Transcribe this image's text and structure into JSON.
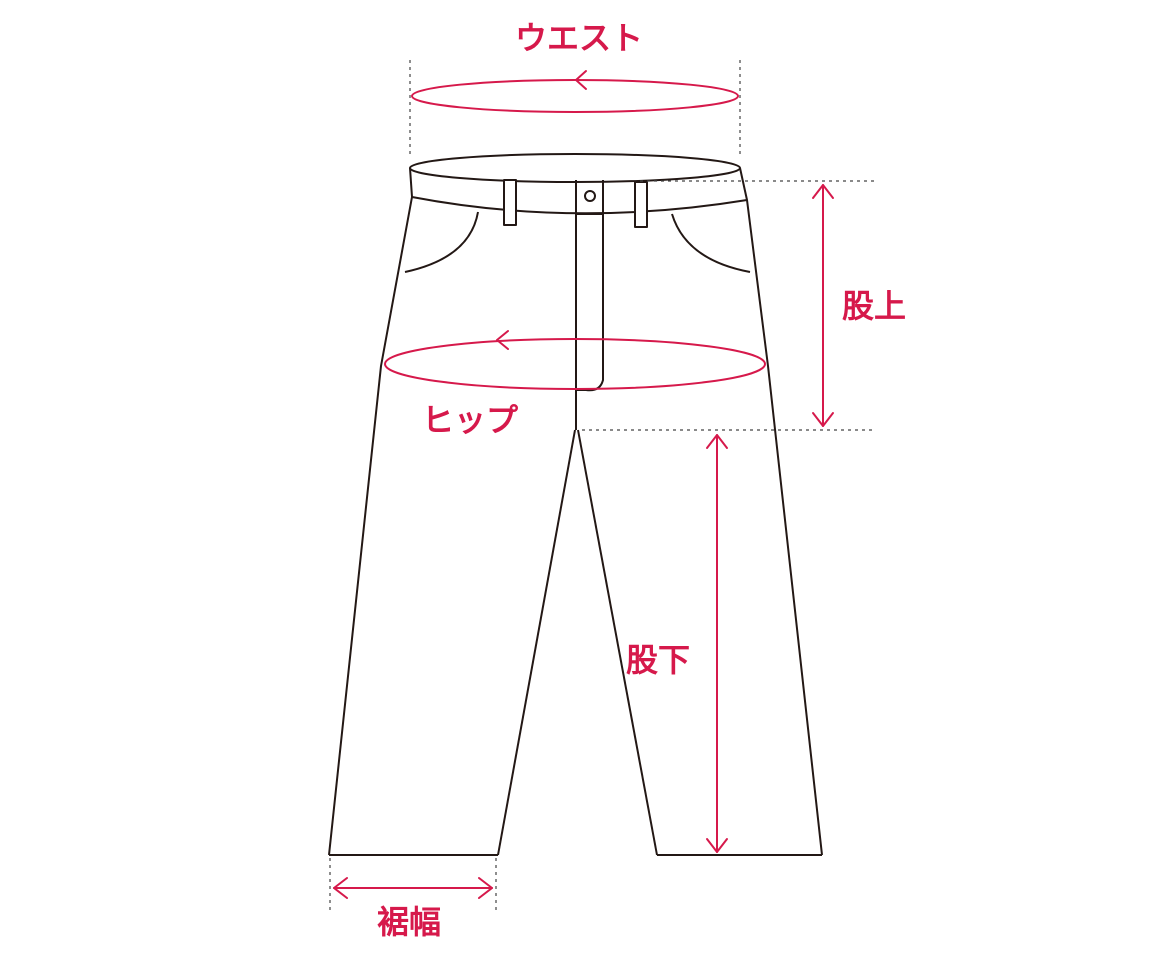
{
  "labels": {
    "waist": "ウエスト",
    "rise": "股上",
    "hip": "ヒップ",
    "inseam": "股下",
    "hem_width": "裾幅"
  },
  "colors": {
    "measure": "#d6194b",
    "outline": "#231815",
    "guide": "#444444",
    "background": "#ffffff"
  }
}
